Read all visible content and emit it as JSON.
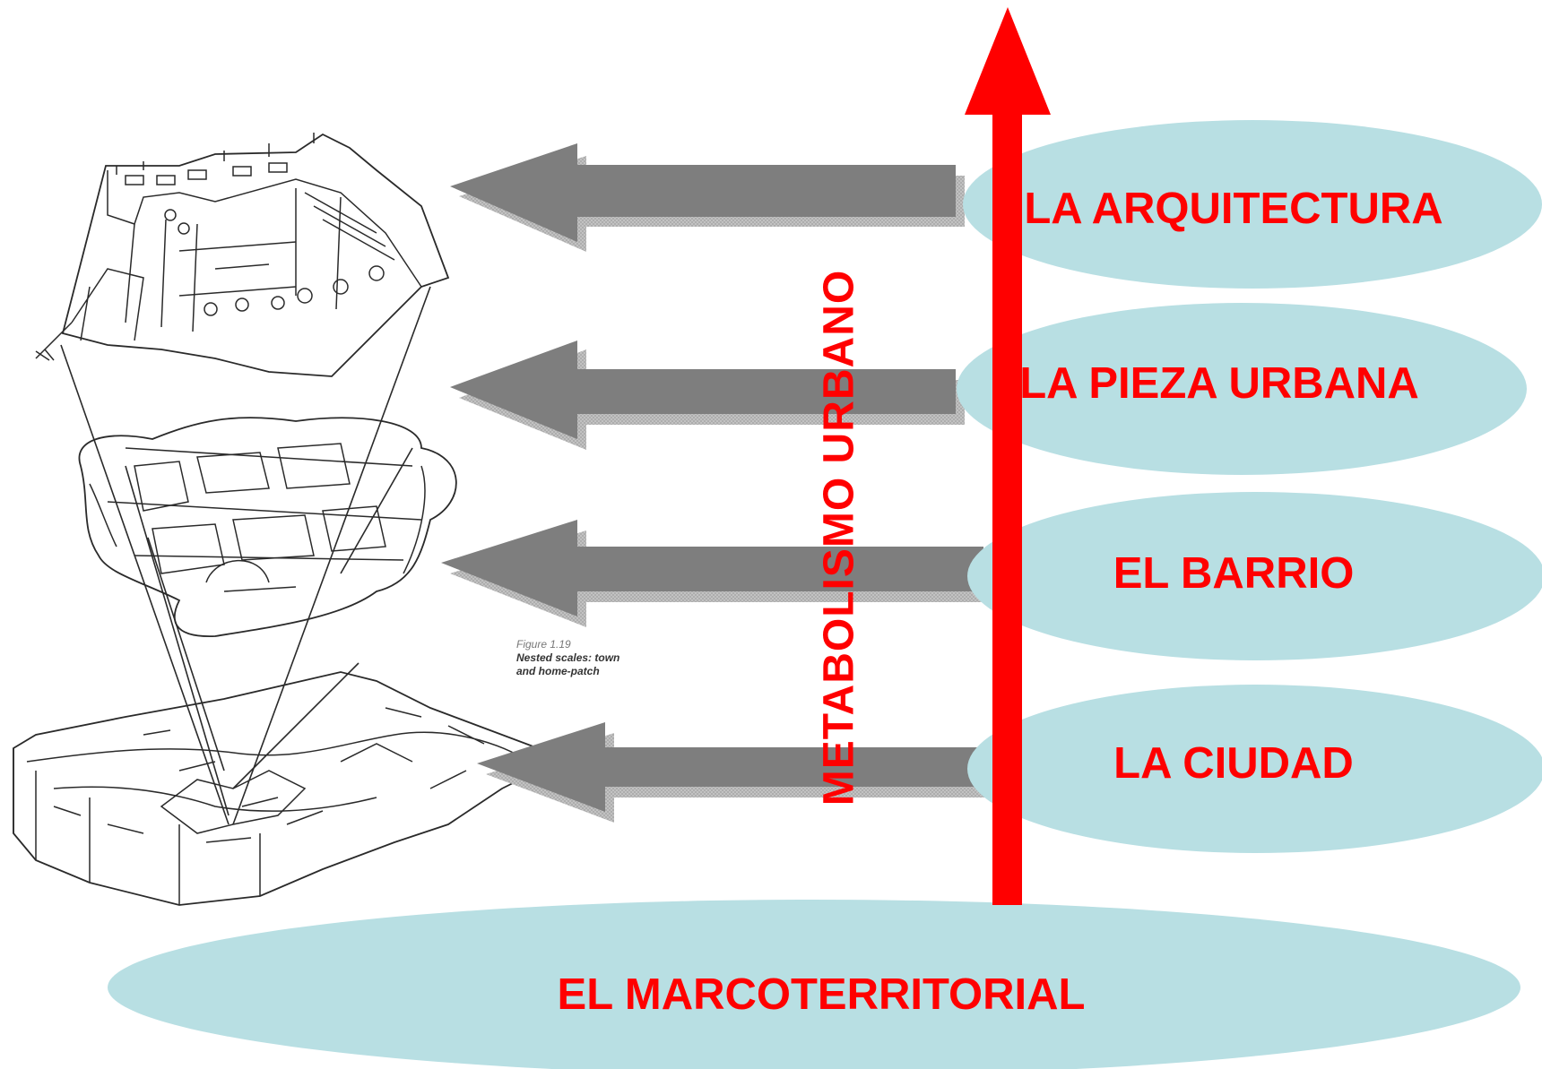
{
  "diagram": {
    "vertical_label": "METABOLISMO URBANO",
    "levels": [
      {
        "id": "arquitectura",
        "label": "LA ARQUITECTURA"
      },
      {
        "id": "pieza-urbana",
        "label": "LA PIEZA URBANA"
      },
      {
        "id": "barrio",
        "label": "EL BARRIO"
      },
      {
        "id": "ciudad",
        "label": "LA CIUDAD"
      },
      {
        "id": "marco-territorial",
        "label": "EL MARCOTERRITORIAL"
      }
    ],
    "figure_caption": {
      "number": "Figure 1.19",
      "line1": "Nested scales: town",
      "line2": "and home-patch"
    }
  },
  "colors": {
    "ellipse_fill": "#b8dfe3",
    "text_red": "#ff0000",
    "arrow_red": "#ff0000",
    "arrow_gray": "#808080",
    "sketch_ink": "#2a2a2a"
  }
}
